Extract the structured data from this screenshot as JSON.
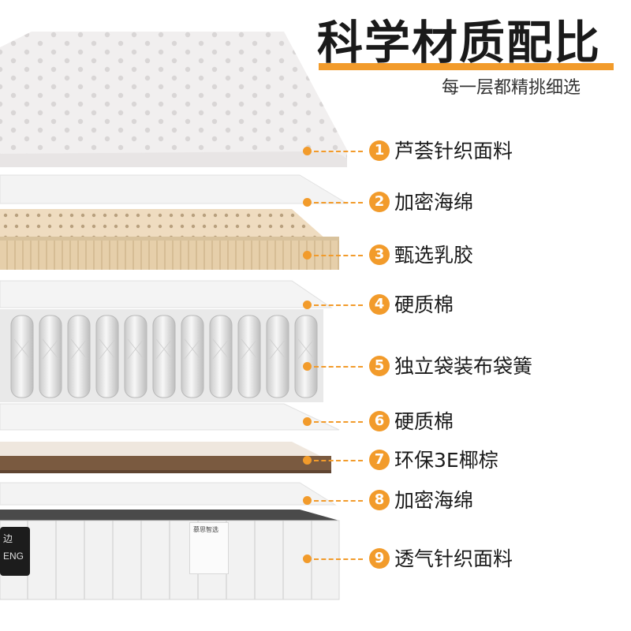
{
  "header": {
    "title": "科学材质配比",
    "subtitle": "每一层都精挑细选"
  },
  "layers": [
    {
      "num": "1",
      "name": "芦荟针织面料"
    },
    {
      "num": "2",
      "name": "加密海绵"
    },
    {
      "num": "3",
      "name": "甄选乳胶"
    },
    {
      "num": "4",
      "name": "硬质棉"
    },
    {
      "num": "5",
      "name": "独立袋装布袋簧"
    },
    {
      "num": "6",
      "name": "硬质棉"
    },
    {
      "num": "7",
      "name": "环保3E椰棕"
    },
    {
      "num": "8",
      "name": "加密海绵"
    },
    {
      "num": "9",
      "name": "透气针织面料"
    }
  ],
  "brand_badge": {
    "line1": "边",
    "line2": "ENG"
  },
  "tag_card": {
    "title": "慕思智选"
  },
  "colors": {
    "accent": "#f29b2b",
    "title": "#1a1a1a",
    "latex": "#ecd7b8",
    "coir": "#7a5a40",
    "fabric": "#eeeeee"
  }
}
